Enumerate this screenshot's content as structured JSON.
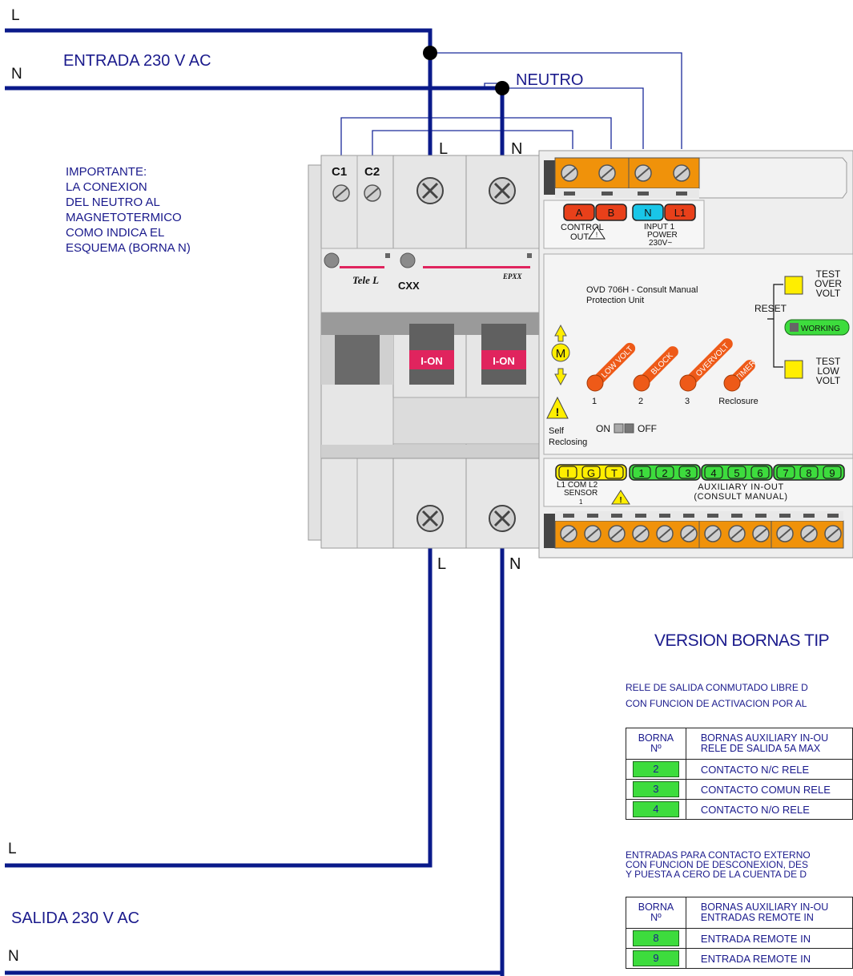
{
  "wires": {
    "input_L": "L",
    "input_N": "N",
    "input_title": "ENTRADA 230 V AC",
    "neutro": "NEUTRO",
    "top_L": "L",
    "top_N": "N",
    "bottom_L": "L",
    "bottom_N": "N",
    "output_L": "L",
    "output_N": "N",
    "output_title": "SALIDA 230 V AC"
  },
  "note": {
    "lines": [
      "IMPORTANTE:",
      "LA CONEXION",
      "DEL NEUTRO AL",
      "MAGNETOTERMICO",
      "COMO INDICA EL",
      "ESQUEMA (BORNA N)"
    ]
  },
  "breaker": {
    "c1": "C1",
    "c2": "C2",
    "tele_label": "Tele L",
    "cxx_label": "CXX",
    "epxx_label": "EPXX",
    "ion_1": "I-ON",
    "ion_2": "I-ON"
  },
  "unit": {
    "top_terminals": [
      "A",
      "B",
      "N",
      "L1"
    ],
    "control_out": "CONTROL",
    "out": "OUT",
    "input": "INPUT 1",
    "power": "POWER",
    "voltage": "230V~",
    "model": "OVD 706H  -  Consult Manual",
    "model_sub": "Protection Unit",
    "reset": "RESET",
    "test_over": [
      "TEST",
      "OVER",
      "VOLT"
    ],
    "working": "WORKING",
    "test_low": [
      "TEST",
      "LOW",
      "VOLT"
    ],
    "motor": "M",
    "knobs": [
      {
        "label": "LOW VOLT",
        "num": "1"
      },
      {
        "label": "BLOCK",
        "num": "2"
      },
      {
        "label": "OVERVOLT",
        "num": "3"
      },
      {
        "label": "TIMER",
        "num": "Reclosure"
      }
    ],
    "self_reclosing": [
      "Self",
      "Reclosing"
    ],
    "on": "ON",
    "off": "OFF",
    "aux_terminals": [
      "I",
      "G",
      "T",
      "1",
      "2",
      "3",
      "4",
      "5",
      "6",
      "7",
      "8",
      "9"
    ],
    "sensor": [
      "L1 COM  L2",
      "SENSOR",
      "1"
    ],
    "aux_label": [
      "AUXILIARY IN-OUT",
      "(CONSULT MANUAL)"
    ]
  },
  "colors": {
    "wire": "#0a1a8a",
    "orange": "#f0920a",
    "red_terminal": "#e8401a",
    "cyan_terminal": "#19c6e8",
    "yellow": "#ffee00",
    "green": "#3ddc3d",
    "pink": "#e0245e"
  },
  "version_title": "VERSION BORNAS TIP",
  "relay": {
    "para": [
      "RELE DE SALIDA CONMUTADO LIBRE D",
      "CON FUNCION DE ACTIVACION POR AL"
    ],
    "header_n": [
      "BORNA",
      "Nº"
    ],
    "header_d": [
      "BORNAS AUXILIARY IN-OU",
      "RELE DE SALIDA  5A MAX"
    ],
    "rows": [
      {
        "n": "2",
        "d": "CONTACTO N/C RELE"
      },
      {
        "n": "3",
        "d": "CONTACTO COMUN RELE"
      },
      {
        "n": "4",
        "d": "CONTACTO N/O RELE"
      }
    ]
  },
  "inputs": {
    "para": [
      "ENTRADAS PARA CONTACTO EXTERNO",
      "CON FUNCION DE DESCONEXION, DES",
      "Y PUESTA A CERO DE LA CUENTA DE D"
    ],
    "header_n": [
      "BORNA",
      "Nº"
    ],
    "header_d": [
      "BORNAS AUXILIARY IN-OU",
      "ENTRADAS REMOTE IN"
    ],
    "rows": [
      {
        "n": "8",
        "d": "ENTRADA REMOTE IN"
      },
      {
        "n": "9",
        "d": "ENTRADA REMOTE IN"
      }
    ]
  }
}
